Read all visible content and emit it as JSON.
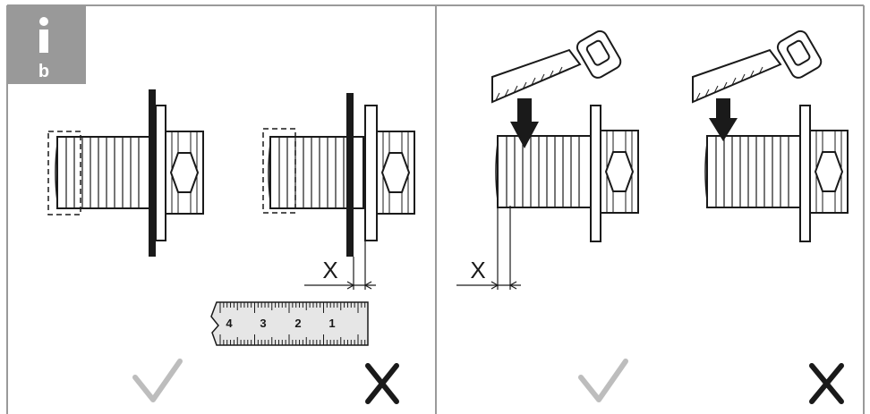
{
  "badge": {
    "glyph": "i",
    "letter": "b",
    "bg_color": "#999999",
    "text_color": "#ffffff"
  },
  "measure_label": "X",
  "ruler": {
    "numbers": [
      "4",
      "3",
      "2",
      "1"
    ],
    "fill_color": "#e6e6e6"
  },
  "panels": [
    {
      "id": "measure",
      "examples": [
        {
          "id": "thin-wall",
          "mark_icon": "check-icon",
          "mark_color": "#bdbdbd"
        },
        {
          "id": "thick-wall",
          "mark_icon": "cross-icon",
          "mark_color": "#1a1a1a"
        }
      ]
    },
    {
      "id": "cut",
      "examples": [
        {
          "id": "cut-correct",
          "mark_icon": "check-icon",
          "mark_color": "#bdbdbd"
        },
        {
          "id": "cut-wrong",
          "mark_icon": "cross-icon",
          "mark_color": "#1a1a1a"
        }
      ]
    }
  ],
  "colors": {
    "frame": "#9a9a9a",
    "ink": "#1a1a1a"
  }
}
